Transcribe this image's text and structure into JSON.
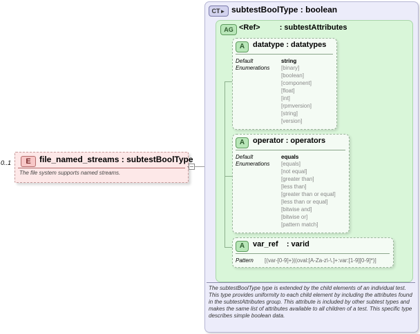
{
  "element": {
    "badge": "E",
    "name": "file_named_streams",
    "type": ": subtestBoolType",
    "occurs": "0..1",
    "documentation": "The file system supports named streams."
  },
  "complex_type": {
    "badge": "CT",
    "name": "subtestBoolType",
    "base": ": boolean",
    "documentation": "The subtestBoolType type is extended by the child elements of an individual test.  This type provides uniformity to each child element by including the attributes found in the subtestAttributes group.  This attribute is included by other subtest types and makes the same list of attributes available to all children of a test.  This specific type describes simple boolean data."
  },
  "attribute_group": {
    "badge": "AG",
    "ref": "<Ref>",
    "name": ": subtestAttributes"
  },
  "attributes": [
    {
      "badge": "A",
      "name": "datatype",
      "type": ": datatypes",
      "default_label": "Default",
      "enum_label": "Enumerations",
      "default": "string",
      "enumerations": [
        "[binary]",
        "[boolean]",
        "[component]",
        "[float]",
        "[int]",
        "[rpmversion]",
        "[string]",
        "[version]"
      ]
    },
    {
      "badge": "A",
      "name": "operator",
      "type": ": operators",
      "default_label": "Default",
      "enum_label": "Enumerations",
      "default": "equals",
      "enumerations": [
        "[equals]",
        "[not equal]",
        "[greater than]",
        "[less than]",
        "[greater than or equal]",
        "[less than or equal]",
        "[bitwise and]",
        "[bitwise or]",
        "[pattern match]"
      ]
    },
    {
      "badge": "A",
      "name": "var_ref",
      "type": ": varid",
      "pattern_label": "Pattern",
      "pattern": "[(var-[0-9]+)|(oval:[A-Za-z\\-\\.]+:var:[1-9][0-9]*)]"
    }
  ],
  "colors": {
    "element_fill": "#fde8e8",
    "complex_type_fill": "#ececfa",
    "attribute_group_fill": "#d9f6d9",
    "attribute_fill": "#f4fbf4"
  }
}
